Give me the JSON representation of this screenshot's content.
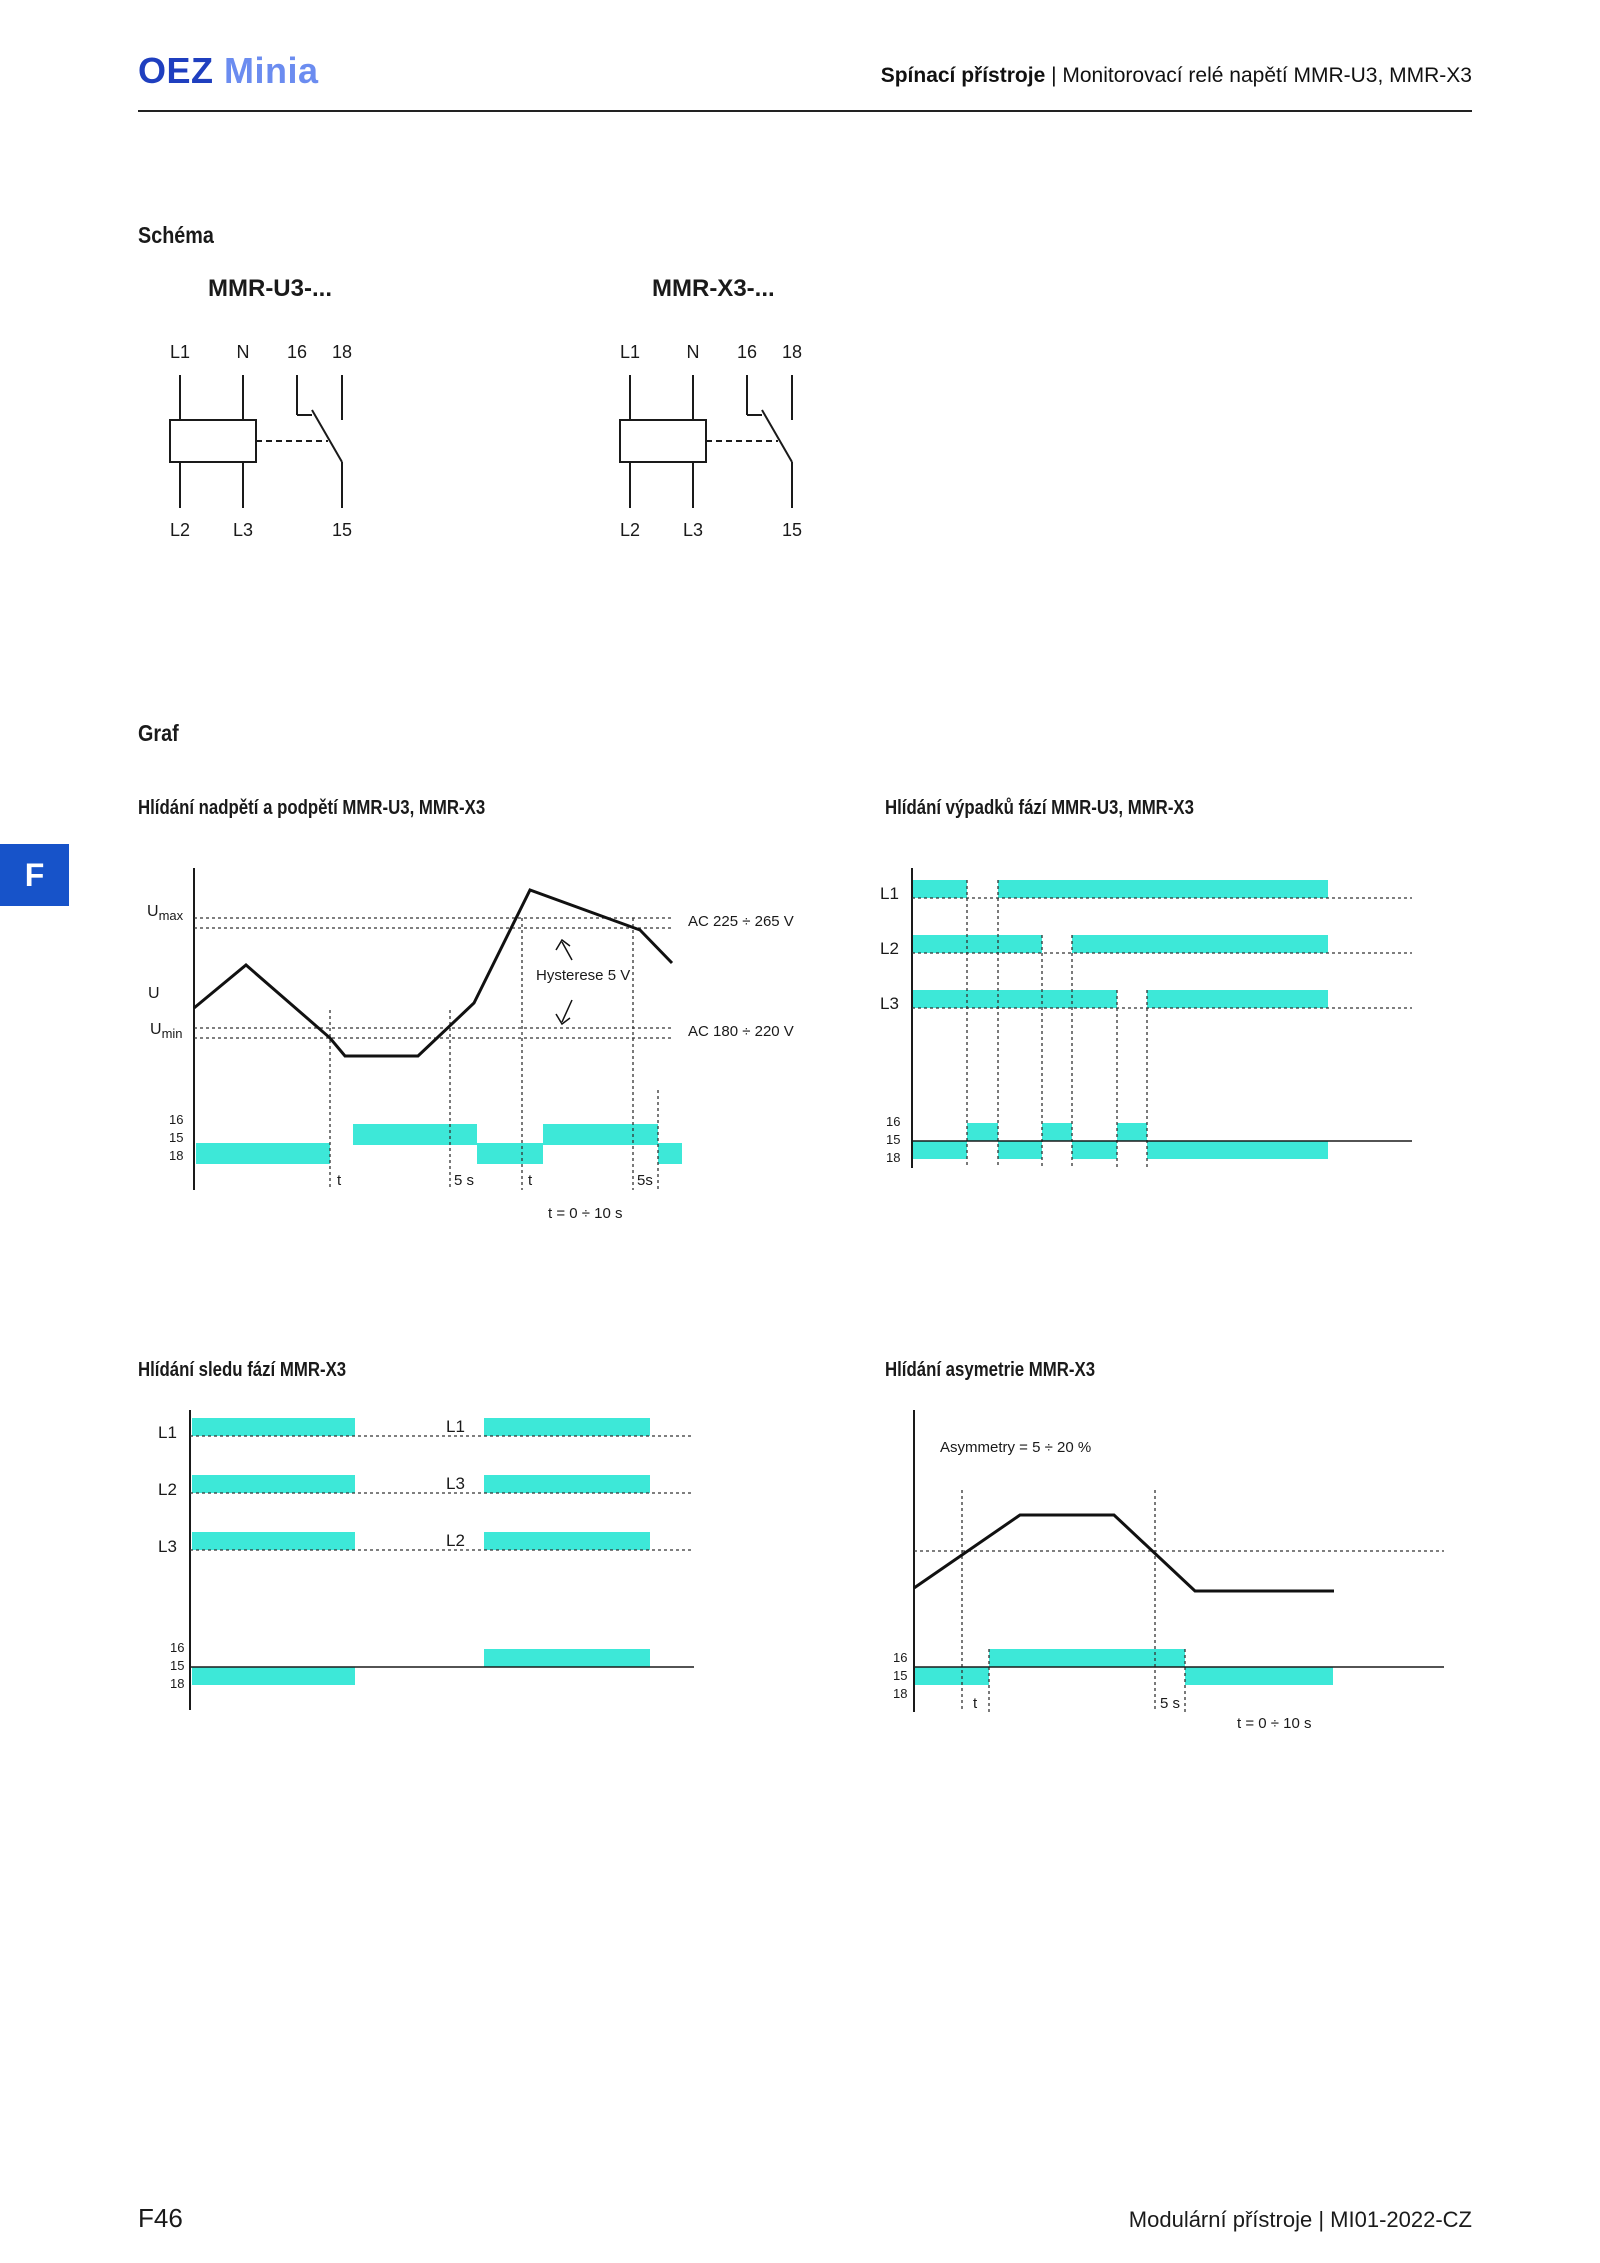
{
  "header": {
    "brand_primary": "OEZ",
    "brand_secondary": "Minia",
    "category": "Spínací přístroje",
    "title": "Monitorovací relé napětí MMR-U3, MMR-X3"
  },
  "side_tab": "F",
  "schema": {
    "section_title": "Schéma",
    "diagrams": [
      {
        "model": "MMR-U3-...",
        "top_labels": [
          "L1",
          "N",
          "16",
          "18"
        ],
        "bottom_labels": [
          "L2",
          "L3",
          "15"
        ]
      },
      {
        "model": "MMR-X3-...",
        "top_labels": [
          "L1",
          "N",
          "16",
          "18"
        ],
        "bottom_labels": [
          "L2",
          "L3",
          "15"
        ]
      }
    ]
  },
  "graf": {
    "section_title": "Graf",
    "chart1": {
      "title": "Hlídání nadpětí a podpětí MMR-U3, MMR-X3",
      "u_max": "U",
      "u_max_sub": "max",
      "u": "U",
      "u_min": "U",
      "u_min_sub": "min",
      "range_max": "AC 225 ÷ 265 V",
      "range_min": "AC 180 ÷ 220 V",
      "hysteresis": "Hysterese 5 V",
      "contacts": [
        "16",
        "15",
        "18"
      ],
      "t": "t",
      "t2": "t",
      "five_s": "5 s",
      "five_s2": "5s",
      "t_range": "t = 0 ÷ 10 s"
    },
    "chart2": {
      "title": "Hlídání výpadků fází MMR-U3, MMR-X3",
      "phases": [
        "L1",
        "L2",
        "L3"
      ],
      "contacts": [
        "16",
        "15",
        "18"
      ]
    },
    "chart3": {
      "title": "Hlídání sledu fází MMR-X3",
      "phases_left": [
        "L1",
        "L2",
        "L3"
      ],
      "phases_right": [
        "L1",
        "L3",
        "L2"
      ],
      "contacts": [
        "16",
        "15",
        "18"
      ]
    },
    "chart4": {
      "title": "Hlídání asymetrie MMR-X3",
      "asymmetry": "Asymmetry = 5 ÷ 20 %",
      "contacts": [
        "16",
        "15",
        "18"
      ],
      "t": "t",
      "five_s": "5 s",
      "t_range": "t = 0 ÷ 10 s"
    }
  },
  "footer": {
    "page": "F46",
    "catalog": "Modulární přístroje",
    "code": "MI01-2022-CZ"
  },
  "colors": {
    "accent": "#1753c9",
    "band": "#3de8d8",
    "brand": "#1f3fbf"
  }
}
